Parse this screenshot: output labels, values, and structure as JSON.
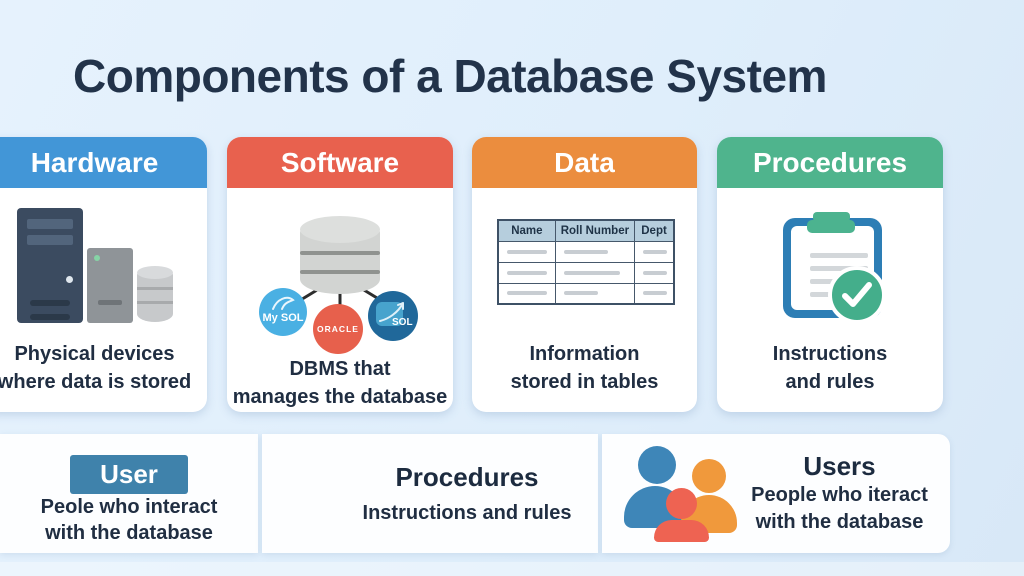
{
  "title": "Components of a Database System",
  "theme": {
    "background": "#e0eefa",
    "title_color": "#22334a",
    "caption_color": "#202e42"
  },
  "cards": [
    {
      "key": "hardware",
      "header": "Hardware",
      "header_color": "#4296d7",
      "caption": [
        "Physical devices",
        "where data is stored"
      ]
    },
    {
      "key": "software",
      "header": "Software",
      "header_color": "#e8614e",
      "caption": [
        "DBMS that",
        "manages the database"
      ],
      "dbms": [
        {
          "label": "My SOL",
          "color": "#4ab0e3"
        },
        {
          "label": "ORACLE",
          "color": "#e7604c"
        },
        {
          "label": "SOL",
          "color": "#20689a"
        }
      ]
    },
    {
      "key": "data",
      "header": "Data",
      "header_color": "#eb8d3e",
      "caption": [
        "Information",
        "stored in tables"
      ],
      "table_headers": [
        "Name",
        "Roll Number",
        "Dept"
      ]
    },
    {
      "key": "procedures",
      "header": "Procedures",
      "header_color": "#4fb48d",
      "caption": [
        "Instructions",
        "and rules"
      ]
    }
  ],
  "bottom_panels": [
    {
      "key": "user",
      "badge": "User",
      "badge_color": "#3f82ab",
      "lines": [
        "Peole who interact",
        "with the database"
      ]
    },
    {
      "key": "procedures-note",
      "heading": "Procedures",
      "lines": [
        "Instructions and rules"
      ]
    },
    {
      "key": "users",
      "heading": "Users",
      "lines": [
        "People who iteract",
        "with the database"
      ]
    }
  ]
}
